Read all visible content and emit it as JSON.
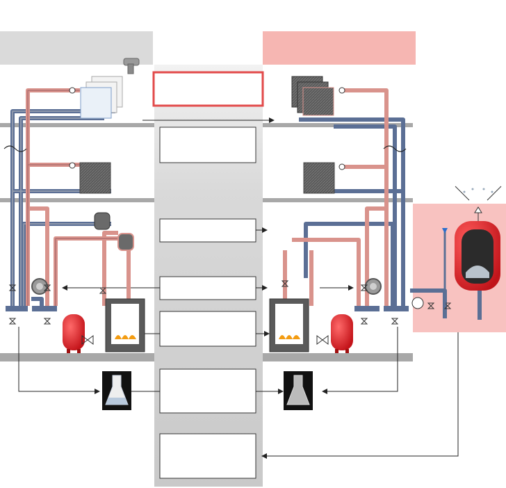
{
  "colors": {
    "supply_pipe": "#d9938c",
    "return_pipe": "#5b6f95",
    "pipe_core": "#8d97ab",
    "left_header": "#dadada",
    "right_header": "#f6b6b2",
    "red_zone": "#f8c2c0",
    "center_band": "#d6d6d6",
    "floor": "#a8a8a8",
    "vessel_red": "#e01e25",
    "box_red_border": "#e24a4a"
  },
  "headers": {
    "left_title": "",
    "right_title": ""
  },
  "center_boxes": [
    {
      "key": "box-top",
      "text": ""
    },
    {
      "key": "box-2",
      "text": ""
    },
    {
      "key": "box-3",
      "text": ""
    },
    {
      "key": "box-4",
      "text": ""
    },
    {
      "key": "box-5",
      "text": ""
    },
    {
      "key": "box-6",
      "text": ""
    },
    {
      "key": "box-7",
      "text": ""
    }
  ],
  "icons": {
    "radiator": "radiator-icon",
    "heater": "heater-icon",
    "flask": "flask-icon",
    "pump": "pump-icon",
    "valve": "valve-icon",
    "vessel": "expansion-vessel-icon",
    "key": "radiator-key-icon"
  }
}
